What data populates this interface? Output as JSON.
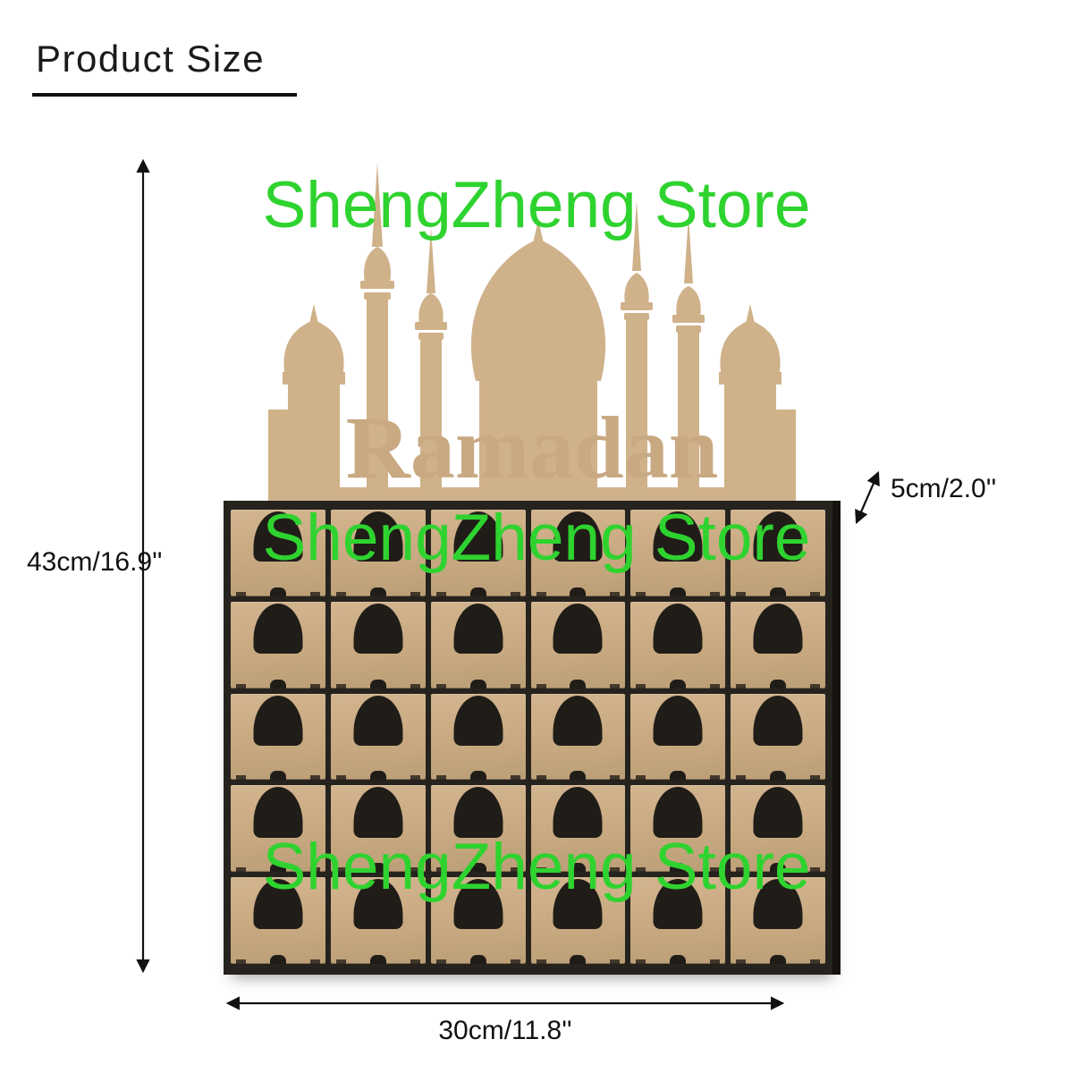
{
  "page": {
    "title": "Product Size"
  },
  "watermark": {
    "text": "ShengZheng Store"
  },
  "product": {
    "name_text": "Ramadan"
  },
  "dimensions": {
    "height_label": "43cm/16.9''",
    "depth_label": "5cm/2.0''",
    "width_label": "30cm/11.8''"
  },
  "calendar": {
    "rows": 5,
    "cols": 6,
    "drawer_count": 30
  },
  "colors": {
    "wood": "#c8a981",
    "panel": "#cfb18a",
    "dark_opening": "#201d18",
    "watermark_green": "#2fd32f",
    "ink": "#111111"
  }
}
